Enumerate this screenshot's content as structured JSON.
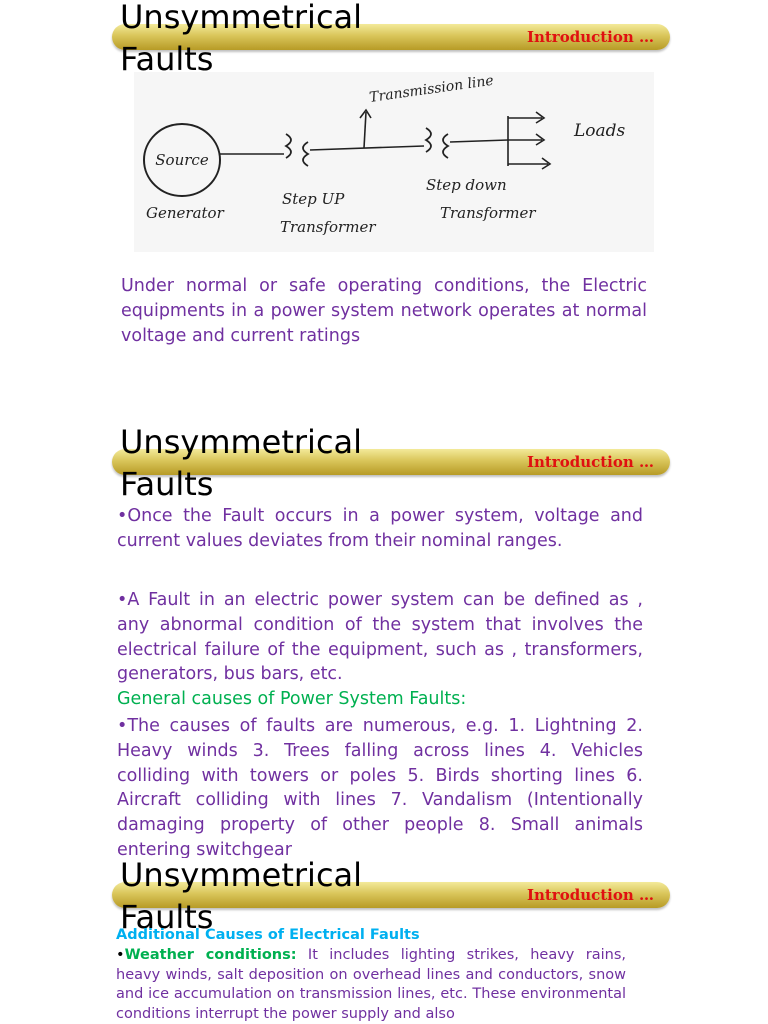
{
  "slides": [
    {
      "title": "Unsymmetrical\nFaults",
      "bar_label": "Introduction …",
      "diagram": {
        "source": "Source",
        "generator": "Generator",
        "step_up_1": "Step UP",
        "step_up_2": "Transformer",
        "transmission": "Transmission line",
        "step_down_1": "Step down",
        "step_down_2": "Transformer",
        "loads": "Loads"
      },
      "paragraph": "Under normal or safe operating conditions, the Electric  equipments in a power system network operates at normal  voltage and current ratings"
    },
    {
      "title": "Unsymmetrical\nFaults",
      "bar_label": "Introduction …",
      "bullet1": "•Once the Fault occurs in a power system, voltage and  current values deviates from their nominal ranges.",
      "bullet2": "•A Fault in an electric power system can be defined as , any  abnormal condition of the system that involves the electrical  failure of the equipment, such as , transformers, generators,  bus bars, etc.",
      "heading": "General causes of Power System Faults:",
      "bullet3": "•The causes of faults are numerous, e.g. 1. Lightning 2. Heavy winds 3. Trees falling across lines 4. Vehicles colliding with  towers or poles 5. Birds shorting lines 6. Aircraft colliding with  lines 7. Vandalism (Intentionally damaging property of other  people 8. Small animals entering switchgear"
    },
    {
      "title": "Unsymmetrical\nFaults",
      "bar_label": "Introduction …",
      "heading": "Additional Causes of Electrical Faults",
      "bullet": "•",
      "weather_label": "Weather conditions:",
      "weather_text": " It includes lighting strikes, heavy rains, heavy winds,  salt deposition on overhead lines and conductors, snow and ice accumulation  on transmission lines, etc. These environmental conditions interrupt the power  supply and also"
    }
  ]
}
